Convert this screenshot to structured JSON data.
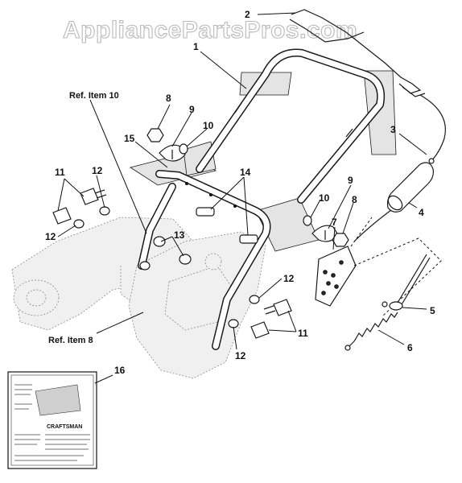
{
  "watermark": "AppliancePartsPros.com",
  "callouts": [
    "1",
    "2",
    "3",
    "4",
    "5",
    "6",
    "7",
    "8",
    "8",
    "9",
    "9",
    "10",
    "10",
    "11",
    "11",
    "12",
    "12",
    "12",
    "12",
    "13",
    "14",
    "15",
    "16"
  ],
  "reference_labels": [
    "Ref. Item 10",
    "Ref. Item 8"
  ],
  "manual": {
    "brand": "CRAFTSMAN"
  }
}
